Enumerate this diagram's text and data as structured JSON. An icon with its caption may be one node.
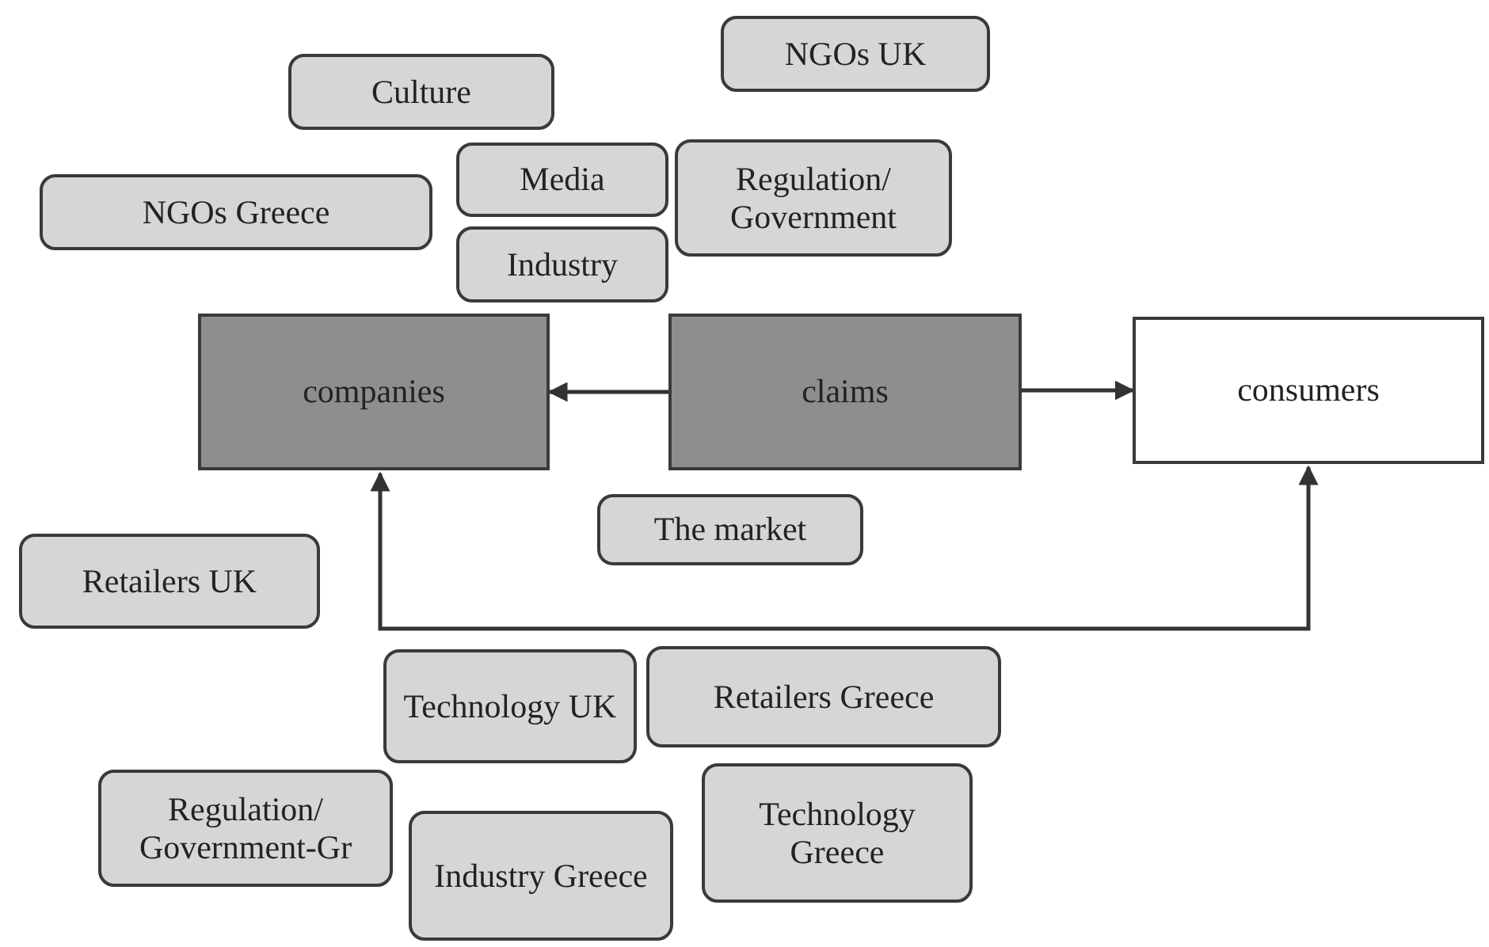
{
  "diagram": {
    "nodes": [
      {
        "text": [
          "Culture"
        ]
      },
      {
        "text": [
          "NGOs UK"
        ]
      },
      {
        "text": [
          "NGOs Greece"
        ]
      },
      {
        "text": [
          "Media"
        ]
      },
      {
        "text": [
          "Regulation/ Government"
        ]
      },
      {
        "text": [
          "Industry"
        ]
      },
      {
        "text": [
          "companies"
        ]
      },
      {
        "text": [
          "claims"
        ]
      },
      {
        "text": [
          "consumers"
        ]
      },
      {
        "text": [
          "The market"
        ]
      },
      {
        "text": [
          "Retailers UK"
        ]
      },
      {
        "text": [
          "Technology UK"
        ]
      },
      {
        "text": [
          "Retailers Greece"
        ]
      },
      {
        "text": [
          "Regulation/ Government-Gr"
        ]
      },
      {
        "text": [
          "Industry Greece"
        ]
      },
      {
        "text": [
          "Technology Greece"
        ]
      }
    ],
    "edges": [
      {
        "from": 7,
        "to": 6,
        "arrow": "to"
      },
      {
        "from": 7,
        "to": 8,
        "arrow": "to"
      },
      {
        "from": 6,
        "to": 8,
        "arrow": "both"
      }
    ]
  }
}
